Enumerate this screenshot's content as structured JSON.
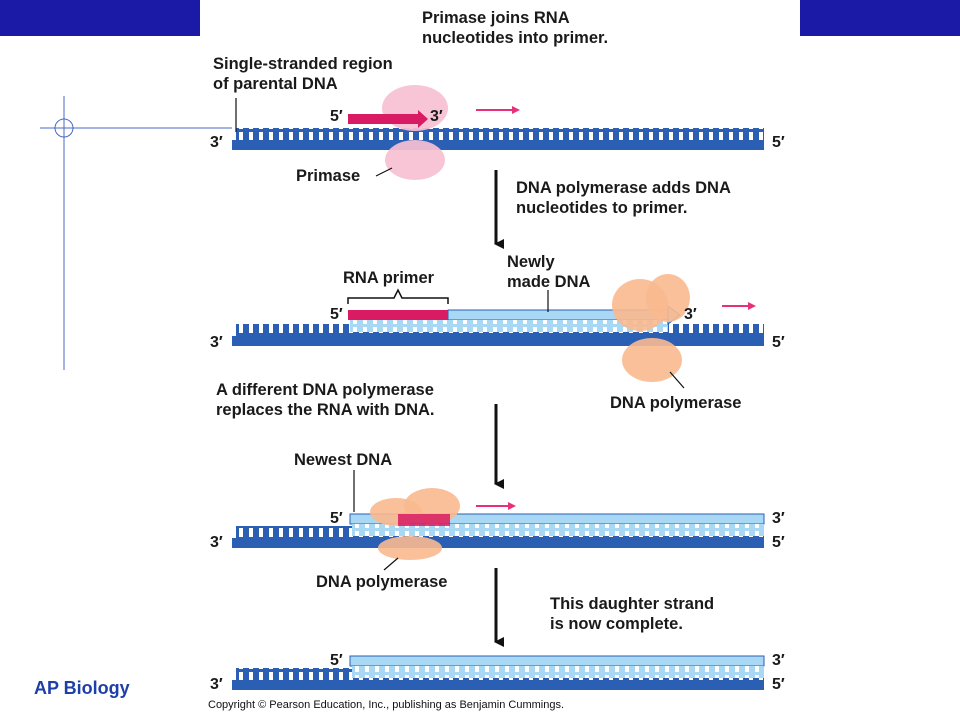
{
  "colors": {
    "header_bar": "#1a1aa6",
    "template_lines": "#4a68c8",
    "parental_strand": "#2a5fb4",
    "new_dna": "#a8d8f4",
    "rna_primer": "#d81b62",
    "primase": "#f7c0d2",
    "polymerase": "#f9b98f",
    "arrow_magenta": "#e8307a",
    "step_arrow": "#111111",
    "footer_text": "#1f3fa8"
  },
  "footer": {
    "course": "AP Biology"
  },
  "copyright": "Copyright © Pearson Education, Inc., publishing as Benjamin Cummings.",
  "steps": [
    {
      "caption": [
        "Primase joins RNA",
        "nucleotides into primer."
      ],
      "labels": {
        "single_strand": [
          "Single-stranded region",
          "of parental DNA"
        ],
        "enzyme": "Primase"
      },
      "ends": {
        "top_left": "5′",
        "top_right": "3′",
        "bottom_left": "3′",
        "bottom_right": "5′"
      }
    },
    {
      "caption": [
        "DNA polymerase adds DNA",
        "nucleotides to primer."
      ],
      "labels": {
        "primer": "RNA primer",
        "new_dna": [
          "Newly",
          "made DNA"
        ],
        "enzyme": "DNA polymerase"
      },
      "ends": {
        "top_left": "5′",
        "top_right": "3′",
        "bottom_left": "3′",
        "bottom_right": "5′"
      }
    },
    {
      "caption": [
        "A different DNA polymerase",
        "replaces the RNA with DNA."
      ],
      "labels": {
        "newest_dna": "Newest DNA",
        "enzyme": "DNA polymerase"
      },
      "ends": {
        "top_left": "5′",
        "top_right": "3′",
        "bottom_left": "3′",
        "bottom_right": "5′"
      }
    },
    {
      "caption": [
        "This daughter strand",
        "is now complete."
      ],
      "ends": {
        "top_left": "5′",
        "top_right": "3′",
        "bottom_left": "3′",
        "bottom_right": "5′"
      }
    }
  ]
}
